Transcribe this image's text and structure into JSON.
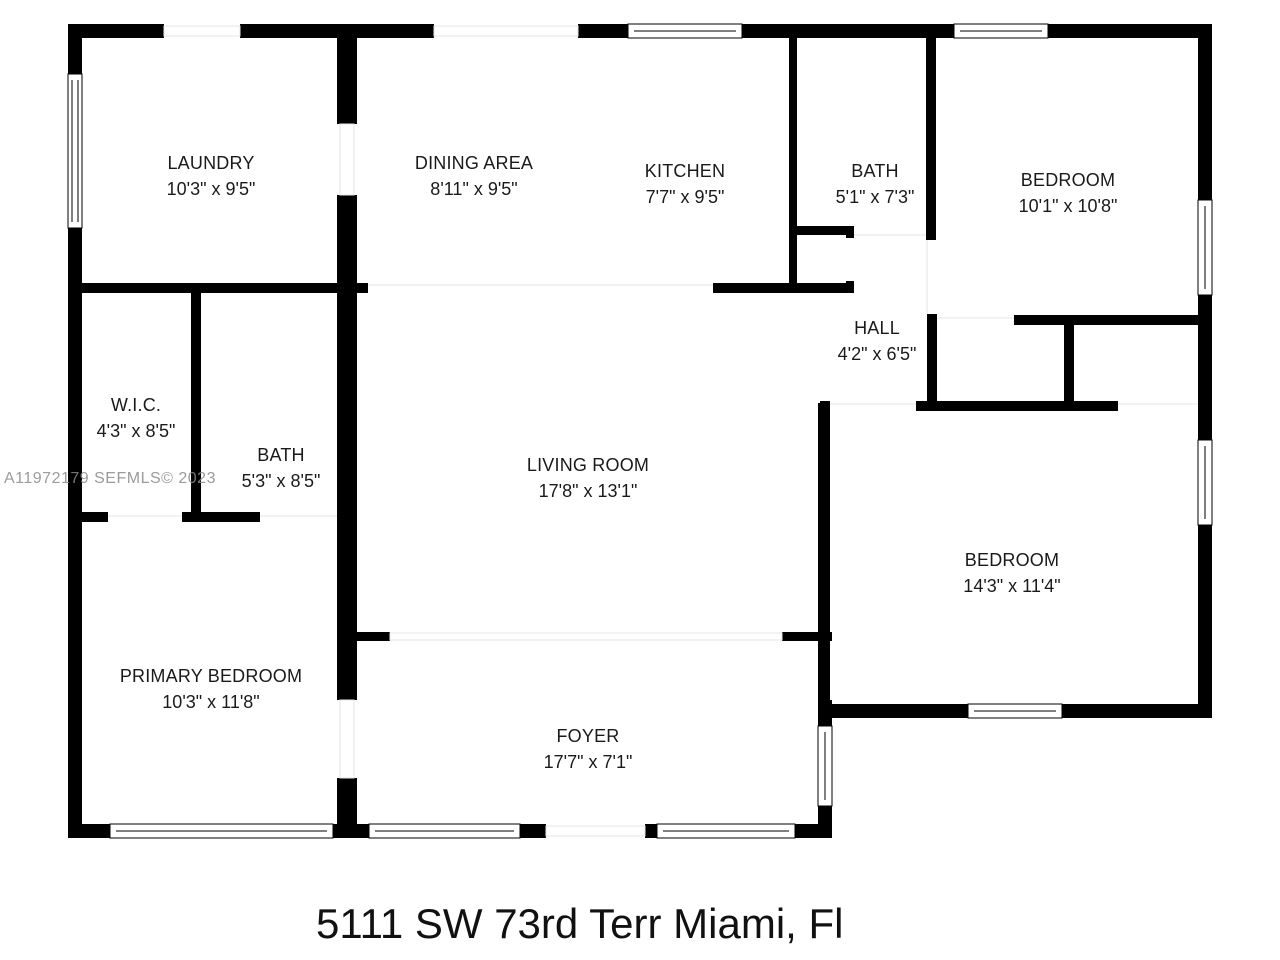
{
  "plan": {
    "wall_color": "#000000",
    "window_color": "#ffffff",
    "background": "#ffffff"
  },
  "rooms": {
    "laundry": {
      "name": "LAUNDRY",
      "dims": "10'3\" x 9'5\""
    },
    "dining_area": {
      "name": "DINING AREA",
      "dims": "8'11\" x 9'5\""
    },
    "kitchen": {
      "name": "KITCHEN",
      "dims": "7'7\" x 9'5\""
    },
    "bath_upper": {
      "name": "BATH",
      "dims": "5'1\" x 7'3\""
    },
    "bedroom_upper": {
      "name": "BEDROOM",
      "dims": "10'1\" x 10'8\""
    },
    "hall": {
      "name": "HALL",
      "dims": "4'2\" x 6'5\""
    },
    "wic": {
      "name": "W.I.C.",
      "dims": "4'3\" x 8'5\""
    },
    "bath_left": {
      "name": "BATH",
      "dims": "5'3\" x 8'5\""
    },
    "living_room": {
      "name": "LIVING ROOM",
      "dims": "17'8\" x 13'1\""
    },
    "bedroom_lower": {
      "name": "BEDROOM",
      "dims": "14'3\" x 11'4\""
    },
    "primary_bedroom": {
      "name": "PRIMARY BEDROOM",
      "dims": "10'3\" x 11'8\""
    },
    "foyer": {
      "name": "FOYER",
      "dims": "17'7\" x 7'1\""
    }
  },
  "watermark": "A11972179  SEFMLS© 2023",
  "address": "5111 SW 73rd Terr Miami, Fl"
}
